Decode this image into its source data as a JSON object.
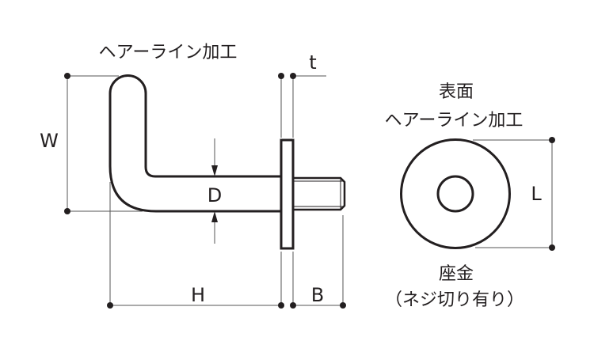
{
  "title_left": "ヘアーライン加工",
  "dimensions": {
    "W": "W",
    "D": "D",
    "H": "H",
    "B": "B",
    "t": "t",
    "L": "L"
  },
  "washer": {
    "surface_label": "表面",
    "finish_label": "ヘアーライン加工",
    "name_label": "座金",
    "note_label": "（ネジ切り有り）"
  },
  "colors": {
    "line": "#231f20",
    "dim": "#555555"
  }
}
